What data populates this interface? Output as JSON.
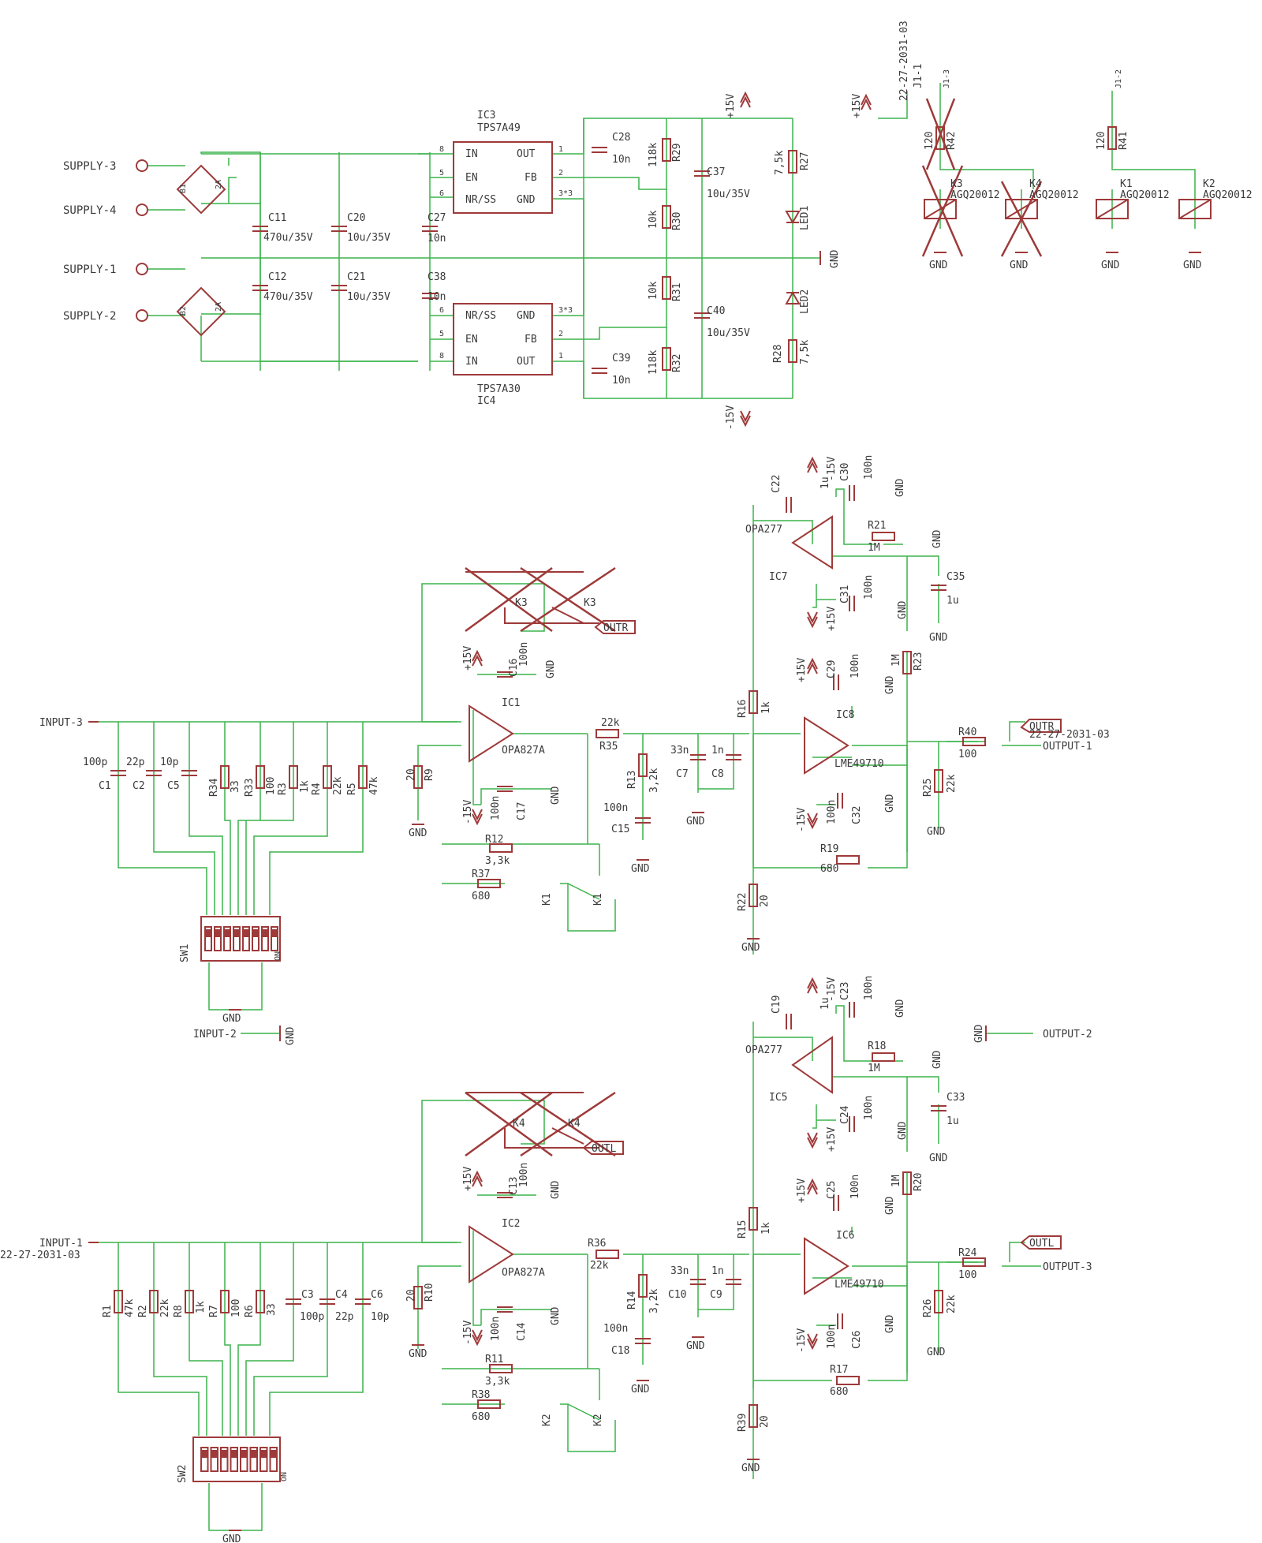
{
  "supply": {
    "ports": [
      "SUPPLY-3",
      "SUPPLY-4",
      "SUPPLY-1",
      "SUPPLY-2"
    ],
    "bridges": [
      {
        "ref": "B1",
        "rating": "2A"
      },
      {
        "ref": "B2",
        "rating": "2A"
      }
    ],
    "caps": [
      {
        "ref": "C11",
        "val": "470u/35V"
      },
      {
        "ref": "C20",
        "val": "10u/35V"
      },
      {
        "ref": "C27",
        "val": "10n"
      },
      {
        "ref": "C12",
        "val": "470u/35V"
      },
      {
        "ref": "C21",
        "val": "10u/35V"
      },
      {
        "ref": "C38",
        "val": "10n"
      },
      {
        "ref": "C28",
        "val": "10n"
      },
      {
        "ref": "C39",
        "val": "10n"
      },
      {
        "ref": "C37",
        "val": "10u/35V"
      },
      {
        "ref": "C40",
        "val": "10u/35V"
      }
    ],
    "ic3": {
      "ref": "IC3",
      "part": "TPS7A49",
      "pins": [
        "IN",
        "EN",
        "NR/SS",
        "OUT",
        "FB",
        "GND"
      ],
      "nums": [
        "8",
        "5",
        "6",
        "1",
        "2",
        "3*3"
      ]
    },
    "ic4": {
      "ref": "IC4",
      "part": "TPS7A30",
      "pins": [
        "NR/SS",
        "EN",
        "IN",
        "GND",
        "FB",
        "OUT"
      ],
      "nums": [
        "6",
        "5",
        "8",
        "3*3",
        "2",
        "1"
      ]
    },
    "res": [
      {
        "ref": "R29",
        "val": "118k"
      },
      {
        "ref": "R30",
        "val": "10k"
      },
      {
        "ref": "R31",
        "val": "10k"
      },
      {
        "ref": "R32",
        "val": "118k"
      },
      {
        "ref": "R27",
        "val": "7,5k"
      },
      {
        "ref": "R28",
        "val": "7,5k"
      }
    ],
    "leds": [
      "LED1",
      "LED2"
    ],
    "rails": {
      "pos": "+15V",
      "neg": "-15V",
      "gnd": "GND"
    }
  },
  "relays": {
    "conn": "22-27-2031-03",
    "j11": "J1-1",
    "j13": "J1-3",
    "j12": "J1-2",
    "plus15": "+15V",
    "r42": {
      "ref": "R42",
      "val": "120"
    },
    "r41": {
      "ref": "R41",
      "val": "120"
    },
    "k": [
      {
        "ref": "K3",
        "part": "AGQ20012"
      },
      {
        "ref": "K4",
        "part": "AGQ20012"
      },
      {
        "ref": "K1",
        "part": "AGQ20012"
      },
      {
        "ref": "K2",
        "part": "AGQ20012"
      }
    ],
    "gnd": "GND"
  },
  "ch1": {
    "input": "INPUT-3",
    "input2": "INPUT-2",
    "gnd": "GND",
    "sw": "SW1",
    "on": "ON",
    "caps": [
      {
        "ref": "C1",
        "val": "100p"
      },
      {
        "ref": "C2",
        "val": "22p"
      },
      {
        "ref": "C5",
        "val": "10p"
      }
    ],
    "res": [
      {
        "ref": "R34",
        "val": "33"
      },
      {
        "ref": "R33",
        "val": "100"
      },
      {
        "ref": "R3",
        "val": "1k"
      },
      {
        "ref": "R4",
        "val": "22k"
      },
      {
        "ref": "R5",
        "val": "47k"
      }
    ],
    "ic1": {
      "ref": "IC1",
      "part": "OPA827A"
    },
    "c16": {
      "ref": "C16",
      "val": "100n"
    },
    "c17": {
      "ref": "C17",
      "val": "100n"
    },
    "r9": {
      "ref": "R9",
      "val": "20"
    },
    "r35": {
      "ref": "R35",
      "val": "22k"
    },
    "r12": {
      "ref": "R12",
      "val": "3,3k"
    },
    "r37": {
      "ref": "R37",
      "val": "680"
    },
    "r13": {
      "ref": "R13",
      "val": "3,2k"
    },
    "c15": {
      "ref": "C15",
      "val": "100n"
    },
    "c7": {
      "ref": "C7",
      "val": "33n"
    },
    "c8": {
      "ref": "C8",
      "val": "1n"
    },
    "kref": "K1",
    "k3": "K3",
    "outtag": "OUTR",
    "r16": {
      "ref": "R16",
      "val": "1k"
    },
    "r22": {
      "ref": "R22",
      "val": "20"
    },
    "ic7": {
      "ref": "IC7",
      "part": "OPA277"
    },
    "c22": {
      "ref": "C22",
      "val": "1u"
    },
    "c30": {
      "ref": "C30",
      "val": "100n"
    },
    "r21": {
      "ref": "R21",
      "val": "1M"
    },
    "c35": {
      "ref": "C35",
      "val": "1u"
    },
    "c31": {
      "ref": "C31",
      "val": "100n"
    },
    "r23": {
      "ref": "R23",
      "val": "1M"
    },
    "ic8": {
      "ref": "IC8",
      "part": "LME49710"
    },
    "c29": {
      "ref": "C29",
      "val": "100n"
    },
    "c32": {
      "ref": "C32",
      "val": "100n"
    },
    "r19": {
      "ref": "R19",
      "val": "680"
    },
    "r40": {
      "ref": "R40",
      "val": "100"
    },
    "r25": {
      "ref": "R25",
      "val": "22k"
    },
    "conn": "22-27-2031-03",
    "output": "OUTPUT-1",
    "pos": "+15V",
    "neg": "-15V"
  },
  "ch2": {
    "input": "INPUT-1",
    "conn": "22-27-2031-03",
    "gnd": "GND",
    "sw": "SW2",
    "on": "ON",
    "caps": [
      {
        "ref": "C3",
        "val": "100p"
      },
      {
        "ref": "C4",
        "val": "22p"
      },
      {
        "ref": "C6",
        "val": "10p"
      }
    ],
    "res": [
      {
        "ref": "R1",
        "val": "47k"
      },
      {
        "ref": "R2",
        "val": "22k"
      },
      {
        "ref": "R8",
        "val": "1k"
      },
      {
        "ref": "R7",
        "val": "100"
      },
      {
        "ref": "R6",
        "val": "33"
      }
    ],
    "ic2": {
      "ref": "IC2",
      "part": "OPA827A"
    },
    "c13": {
      "ref": "C13",
      "val": "100n"
    },
    "c14": {
      "ref": "C14",
      "val": "100n"
    },
    "r10": {
      "ref": "R10",
      "val": "20"
    },
    "r36": {
      "ref": "R36",
      "val": "22k"
    },
    "r11": {
      "ref": "R11",
      "val": "3,3k"
    },
    "r38": {
      "ref": "R38",
      "val": "680"
    },
    "r14": {
      "ref": "R14",
      "val": "3,2k"
    },
    "c18": {
      "ref": "C18",
      "val": "100n"
    },
    "c10": {
      "ref": "C10",
      "val": "33n"
    },
    "c9": {
      "ref": "C9",
      "val": "1n"
    },
    "kref": "K2",
    "k4": "K4",
    "outtag": "OUTL",
    "r15": {
      "ref": "R15",
      "val": "1k"
    },
    "r39": {
      "ref": "R39",
      "val": "20"
    },
    "ic5": {
      "ref": "IC5",
      "part": "OPA277"
    },
    "c19": {
      "ref": "C19",
      "val": "1u"
    },
    "c23": {
      "ref": "C23",
      "val": "100n"
    },
    "r18": {
      "ref": "R18",
      "val": "1M"
    },
    "c33": {
      "ref": "C33",
      "val": "1u"
    },
    "c24": {
      "ref": "C24",
      "val": "100n"
    },
    "r20": {
      "ref": "R20",
      "val": "1M"
    },
    "ic6": {
      "ref": "IC6",
      "part": "LME49710"
    },
    "c25": {
      "ref": "C25",
      "val": "100n"
    },
    "c26": {
      "ref": "C26",
      "val": "100n"
    },
    "r17": {
      "ref": "R17",
      "val": "680"
    },
    "r24": {
      "ref": "R24",
      "val": "100"
    },
    "r26": {
      "ref": "R26",
      "val": "22k"
    },
    "output": "OUTPUT-3",
    "output2": "OUTPUT-2",
    "pos": "+15V",
    "neg": "-15V"
  }
}
